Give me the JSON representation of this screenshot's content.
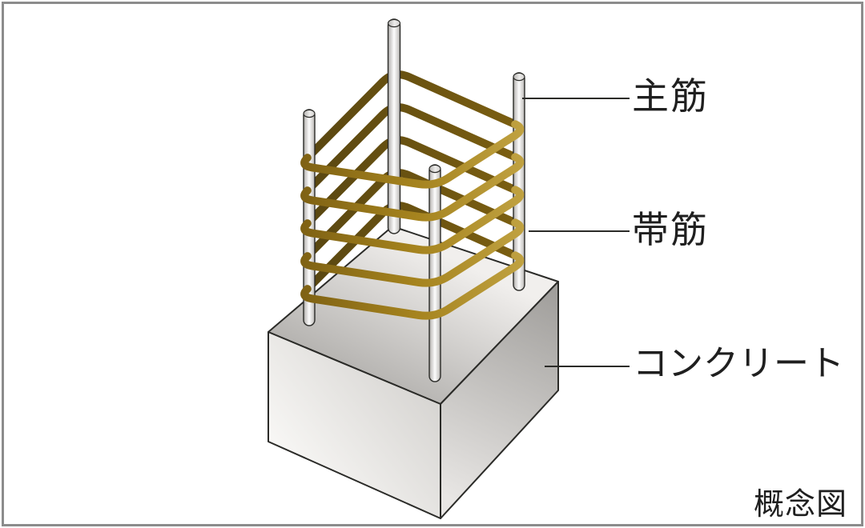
{
  "diagram": {
    "caption": "概念図",
    "labels": {
      "main_rebar": "主筋",
      "hoop": "帯筋",
      "concrete": "コンクリート"
    },
    "counts": {
      "main_bars": 4,
      "hoops": 5
    },
    "colors": {
      "background": "#ffffff",
      "frame": "#8c8c8c",
      "outline": "#2b2b28",
      "text": "#1f1f1f",
      "leader_line": "#2b2b28",
      "hoop_dark_start": "#574511",
      "hoop_dark_end": "#7d6011",
      "hoop_gold_start": "#7d6013",
      "hoop_gold_mid": "#a5831e",
      "hoop_gold_end": "#c2a444",
      "bar_edge_dark": "#a9a7a5",
      "bar_mid_light": "#c9c7c5",
      "bar_highlight": "#fdfdfd",
      "bar_mid_light2": "#cfcdcb",
      "bar_edge_light": "#b2b0ae",
      "bar_cap_light": "#eeedec",
      "concrete_top_dark": "#a8a6a3",
      "concrete_top_light": "#f1efed",
      "concrete_left_light": "#faf9f7",
      "concrete_left_dark": "#d2d0cd",
      "concrete_right_dark": "#a19f9c",
      "concrete_right_light": "#e8e6e4"
    }
  }
}
